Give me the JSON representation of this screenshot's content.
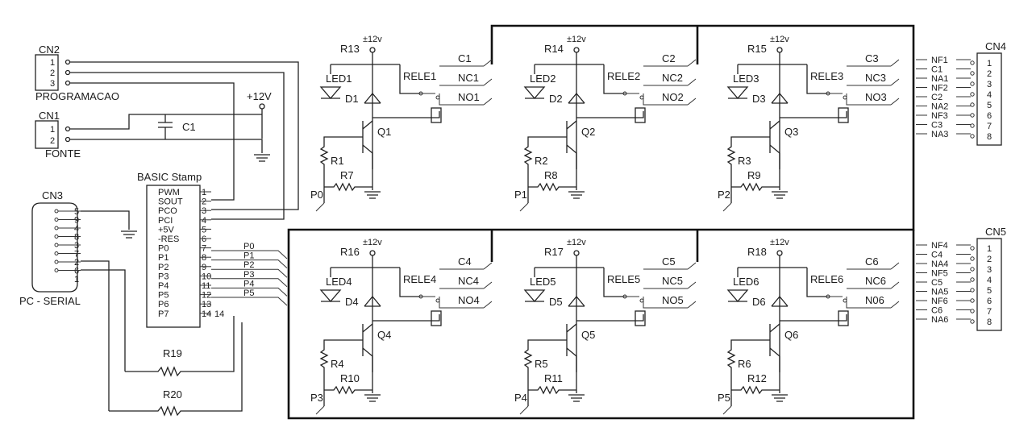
{
  "connectors": {
    "cn2": {
      "name": "CN2",
      "pins": [
        "1",
        "2",
        "3"
      ],
      "caption": "PROGRAMACAO"
    },
    "cn1": {
      "name": "CN1",
      "pins": [
        "1",
        "2"
      ],
      "caption": "FONTE"
    },
    "cn3": {
      "name": "CN3",
      "pins_top": [
        "5",
        "9",
        "4",
        "8",
        "3",
        "7",
        "2",
        "6"
      ],
      "pin_bottom": "1",
      "caption": "PC - SERIAL"
    },
    "cn4": {
      "name": "CN4",
      "pins": [
        "1",
        "2",
        "3",
        "4",
        "5",
        "6",
        "7",
        "8"
      ]
    },
    "cn5": {
      "name": "CN5",
      "pins": [
        "1",
        "2",
        "3",
        "4",
        "5",
        "6",
        "7",
        "8"
      ]
    }
  },
  "power": {
    "v12": "+12V",
    "v12_small": "±12v"
  },
  "capacitor": {
    "name": "C1"
  },
  "stamp": {
    "title": "BASIC Stamp",
    "left_pins": [
      "PWM",
      "SOUT",
      "PCO",
      "PCI",
      "+5V",
      "-RES",
      "P0",
      "P1",
      "P2",
      "P3",
      "P4",
      "P5",
      "P6",
      "P7"
    ],
    "right_nums": [
      "1",
      "2",
      "3",
      "4",
      "5",
      "6",
      "7",
      "8",
      "9",
      "10",
      "11",
      "12",
      "13",
      "14"
    ],
    "port_labels": [
      "P0",
      "P1",
      "P2",
      "P3",
      "P4",
      "P5"
    ]
  },
  "serial_resistors": [
    "R19",
    "R20"
  ],
  "channels": [
    {
      "led": "LED1",
      "diode": "D1",
      "q": "Q1",
      "rtop": "R13",
      "rbase": "R1",
      "remit": "R7",
      "relay": "RELE1",
      "c": "C1",
      "nc": "NC1",
      "no": "NO1",
      "port": "P0"
    },
    {
      "led": "LED2",
      "diode": "D2",
      "q": "Q2",
      "rtop": "R14",
      "rbase": "R2",
      "remit": "R8",
      "relay": "RELE2",
      "c": "C2",
      "nc": "NC2",
      "no": "NO2",
      "port": "P1"
    },
    {
      "led": "LED3",
      "diode": "D3",
      "q": "Q3",
      "rtop": "R15",
      "rbase": "R3",
      "remit": "R9",
      "relay": "RELE3",
      "c": "C3",
      "nc": "NC3",
      "no": "NO3",
      "port": "P2"
    },
    {
      "led": "LED4",
      "diode": "D4",
      "q": "Q4",
      "rtop": "R16",
      "rbase": "R4",
      "remit": "R10",
      "relay": "RELE4",
      "c": "C4",
      "nc": "NC4",
      "no": "NO4",
      "port": "P3"
    },
    {
      "led": "LED5",
      "diode": "D5",
      "q": "Q5",
      "rtop": "R17",
      "rbase": "R5",
      "remit": "R11",
      "relay": "RELE5",
      "c": "C5",
      "nc": "NC5",
      "no": "NO5",
      "port": "P4"
    },
    {
      "led": "LED6",
      "diode": "D6",
      "q": "Q6",
      "rtop": "R18",
      "rbase": "R6",
      "remit": "R12",
      "relay": "RELE6",
      "c": "C6",
      "nc": "NC6",
      "no": "N06",
      "port": "P5"
    }
  ],
  "cn4_nets": [
    "NF1",
    "C1",
    "NA1",
    "NF2",
    "C2",
    "NA2",
    "NF3",
    "C3",
    "NA3"
  ],
  "cn5_nets": [
    "NF4",
    "C4",
    "NA4",
    "NF5",
    "C5",
    "NA5",
    "NF6",
    "C6",
    "NA6"
  ]
}
